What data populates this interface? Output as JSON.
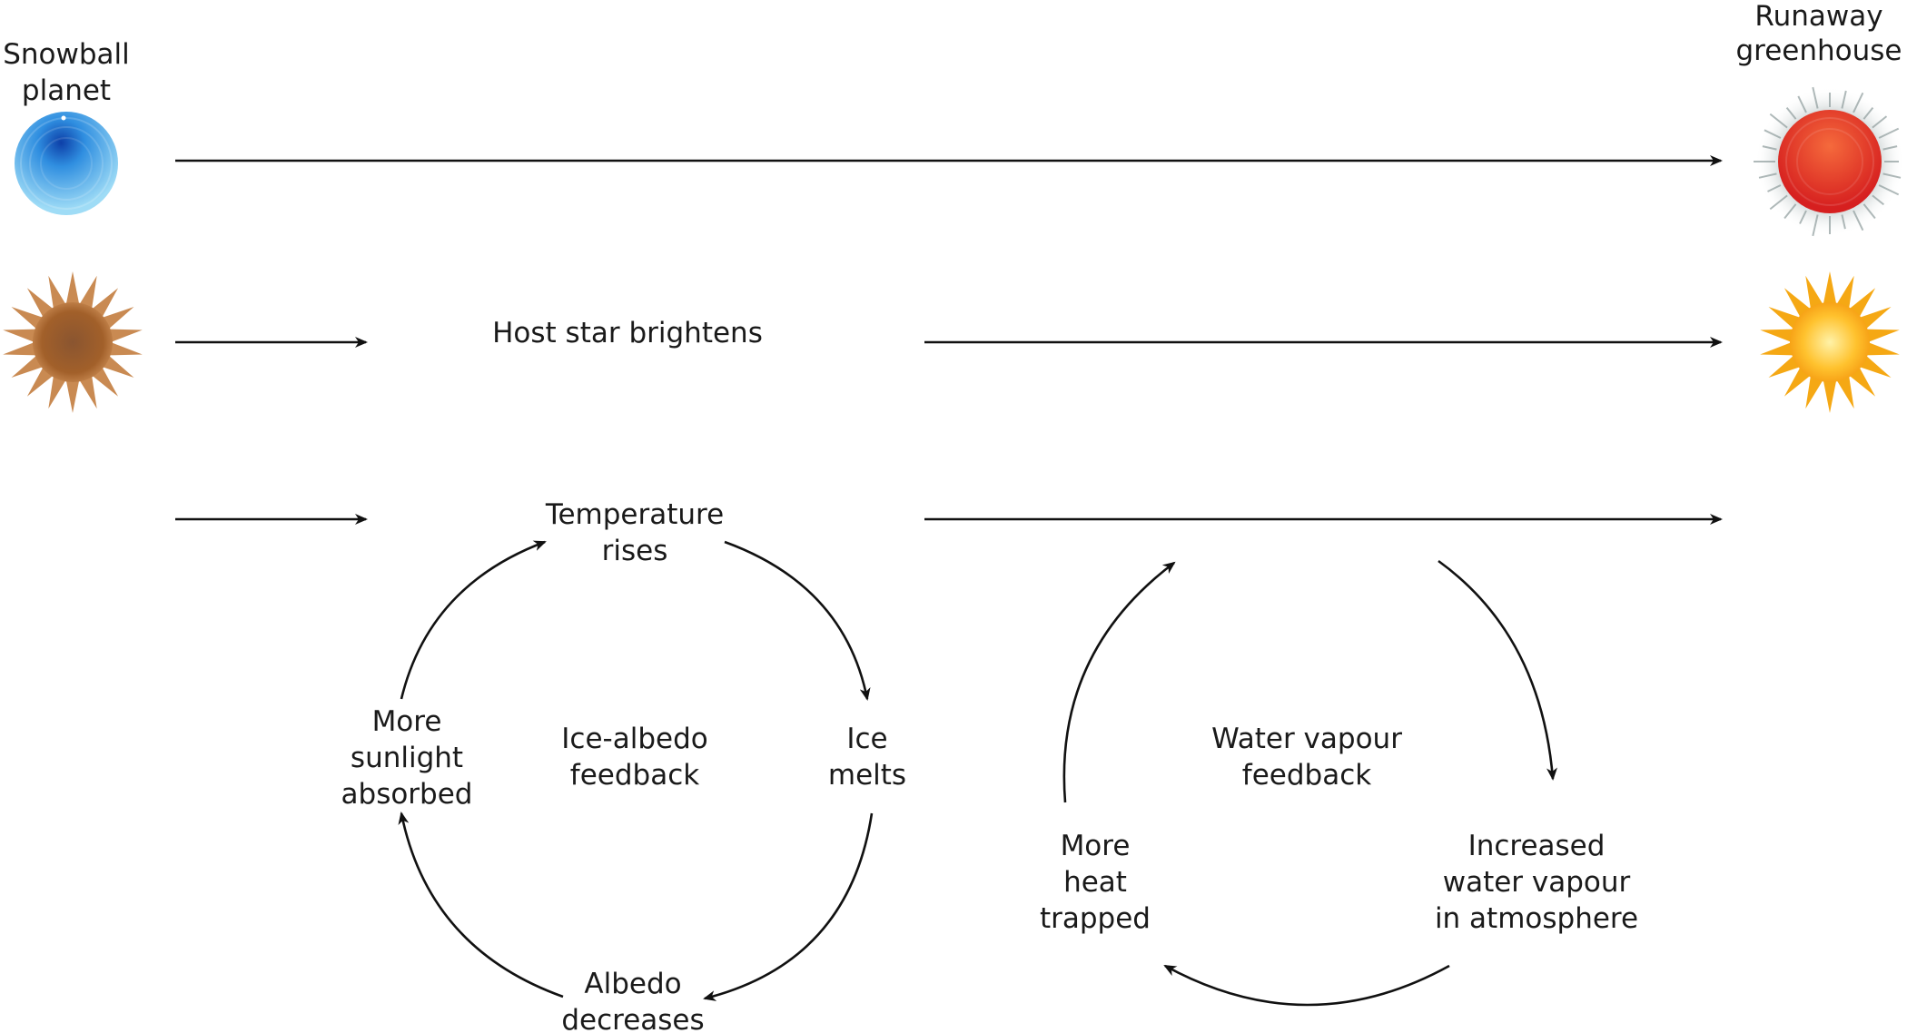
{
  "labels": {
    "snowball_line1": "Snowball",
    "snowball_line2": "planet",
    "runaway_line1": "Runaway",
    "runaway_line2": "greenhouse",
    "host_star": "Host star brightens",
    "temp_line1": "Temperature",
    "temp_line2": "rises",
    "ice_line1": "Ice",
    "ice_line2": "melts",
    "albedo_line1": "Albedo",
    "albedo_line2": "decreases",
    "sunlight_line1": "More",
    "sunlight_line2": "sunlight",
    "sunlight_line3": "absorbed",
    "icefb_line1": "Ice-albedo",
    "icefb_line2": "feedback",
    "wvfb_line1": "Water vapour",
    "wvfb_line2": "feedback",
    "heat_line1": "More",
    "heat_line2": "heat",
    "heat_line3": "trapped",
    "vapour_line1": "Increased",
    "vapour_line2": "water vapour",
    "vapour_line3": "in atmosphere"
  },
  "icons": {
    "snowball_planet": "snowball-planet-icon",
    "dim_star": "dim-star-icon",
    "hot_planet": "hot-planet-icon",
    "bright_star": "bright-star-icon"
  },
  "colors": {
    "ice_light": "#8fd3f4",
    "ice_dark": "#1f5fbf",
    "dim_star_core": "#8a4a1c",
    "dim_star_edge": "#c98a52",
    "hot_planet_core": "#f0522a",
    "hot_planet_edge": "#d61f1f",
    "bright_star_core": "#ffe98a",
    "bright_star_edge": "#f5a814"
  }
}
